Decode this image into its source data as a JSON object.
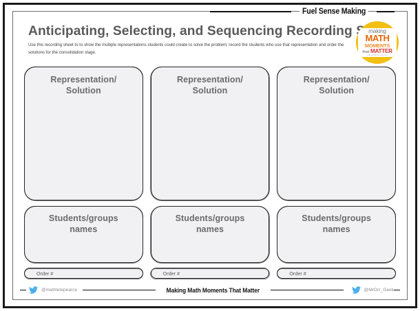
{
  "banner": {
    "text": "Fuel Sense Making"
  },
  "header": {
    "title": "Anticipating, Selecting, and Sequencing Recording Sheet",
    "subtitle": "Use this recording sheet to to show the multiple representations students could create to solve the problem; record the students who use that representation and order the solutions for the consolidation stage."
  },
  "logo": {
    "line1": "making",
    "line2": "MATH",
    "line3": "MOMENTS",
    "line4_small": "that",
    "line4_big": "MATTER",
    "url": "makingmathmoments.com",
    "colors": {
      "ring": "#f2c014",
      "math": "#ec6608",
      "moments": "#f08c2a",
      "matter": "#d6342c",
      "making": "#77777a"
    }
  },
  "columns": [
    {
      "representation_label": "Representation/\nSolution",
      "students_label": "Students/groups\nnames",
      "order_label": "Order #"
    },
    {
      "representation_label": "Representation/\nSolution",
      "students_label": "Students/groups\nnames",
      "order_label": "Order #"
    },
    {
      "representation_label": "Representation/\nSolution",
      "students_label": "Students/groups\nnames",
      "order_label": "Order #"
    }
  ],
  "footer": {
    "left_handle": "@mathletepearce",
    "center_text": "Making Math Moments That Matter",
    "right_handle": "@MrOrr_Geek",
    "bird_color": "#4aaeea"
  }
}
